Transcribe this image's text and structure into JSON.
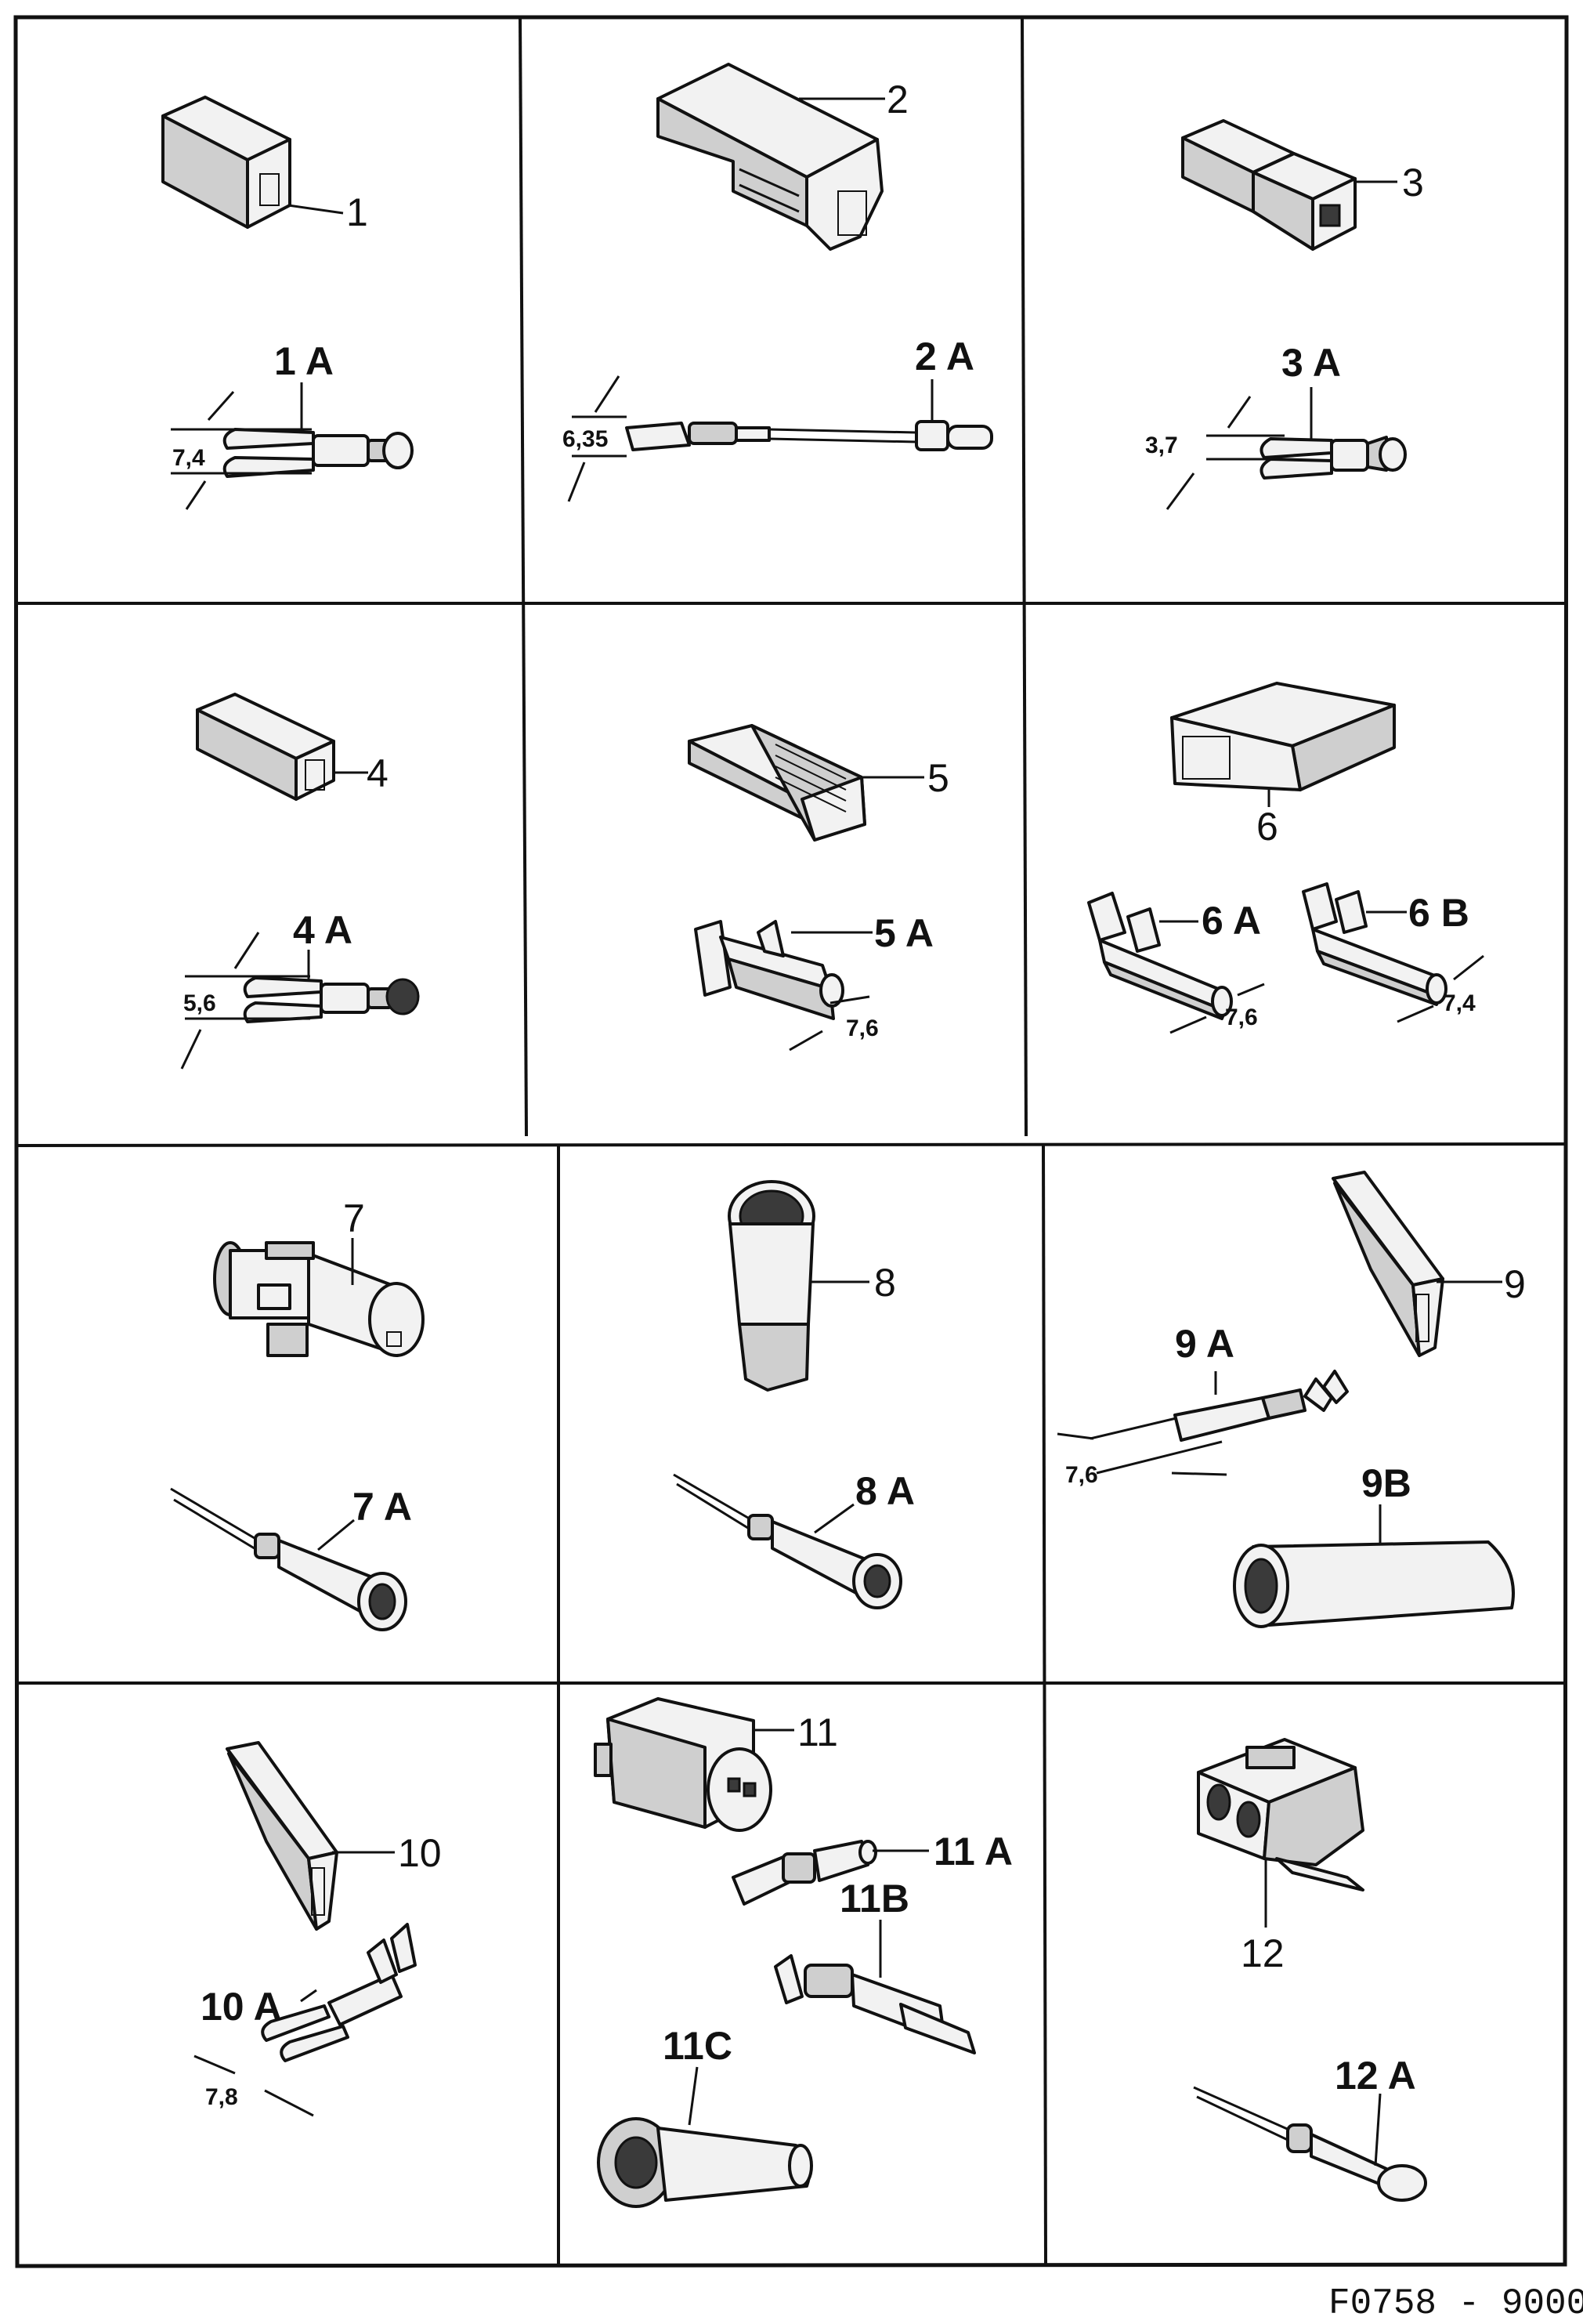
{
  "labels": {
    "p1": "1",
    "p1a": "1 A",
    "d1": "7,4",
    "p2": "2",
    "p2a": "2 A",
    "d2": "6,35",
    "p3": "3",
    "p3a": "3 A",
    "d3": "3,7",
    "p4": "4",
    "p4a": "4 A",
    "d4": "5,6",
    "p5": "5",
    "p5a": "5 A",
    "d5": "7,6",
    "p6": "6",
    "p6a": "6 A",
    "p6b": "6 B",
    "d6a": "7,6",
    "d6b": "7,4",
    "p7": "7",
    "p7a": "7 A",
    "p8": "8",
    "p8a": "8 A",
    "p9": "9",
    "p9a": "9 A",
    "p9b": "9B",
    "d9": "7,6",
    "p10": "10",
    "p10a": "10 A",
    "d10": "7,8",
    "p11": "11",
    "p11a": "11 A",
    "p11b": "11B",
    "p11c": "11C",
    "p12": "12",
    "p12a": "12 A"
  },
  "figure_code": "F0758 - 9000"
}
